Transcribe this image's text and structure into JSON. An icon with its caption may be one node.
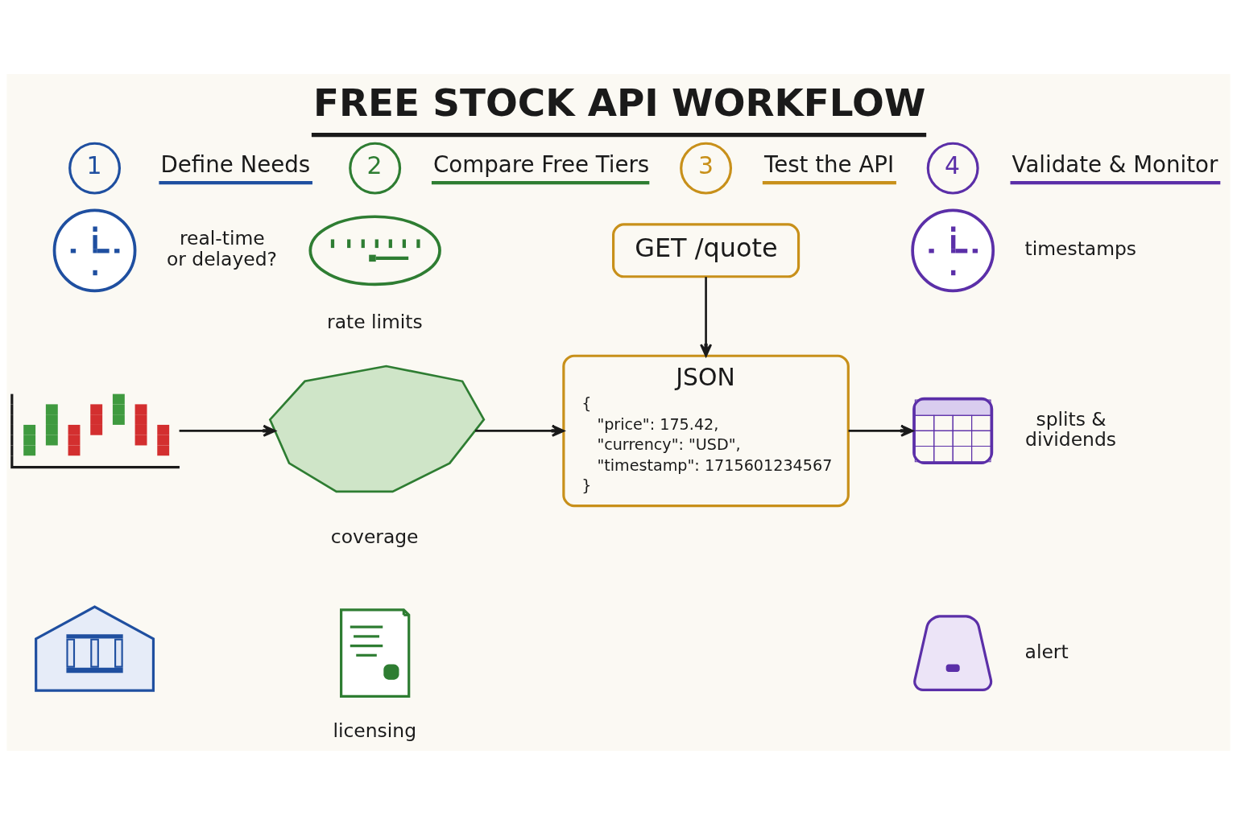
{
  "diagram": {
    "title": "FREE STOCK API WORKFLOW",
    "nodes": [
      {
        "text": [
          "1"
        ],
        "beside": [
          "Define Needs"
        ]
      },
      {
        "text": [],
        "shape": "picture",
        "beside": [
          "real-time or delayed?"
        ]
      },
      {
        "text": [],
        "shape": "picture"
      },
      {
        "text": [],
        "shape": "picture"
      },
      {
        "text": [
          "2"
        ],
        "beside": [
          "Compare Free Tiers"
        ]
      },
      {
        "text": [],
        "shape": "picture",
        "beside": [
          "rate limits"
        ]
      },
      {
        "text": [],
        "shape": "picture",
        "beside": [
          "coverage"
        ]
      },
      {
        "text": [],
        "shape": "picture",
        "beside": [
          "licensing"
        ]
      },
      {
        "text": [
          "3"
        ],
        "beside": [
          "Test the API"
        ]
      },
      {
        "text": [
          "GET /quote"
        ]
      },
      {
        "text": [
          "JSON",
          "{",
          "\"price\": 175.42,",
          "\"currency\": \"USD\",",
          "\"timestamp\": 1715601234567",
          "}"
        ]
      },
      {
        "text": [
          "4"
        ],
        "beside": [
          "Validate & Monitor"
        ]
      },
      {
        "text": [],
        "shape": "picture",
        "beside": [
          "timestamps"
        ]
      },
      {
        "text": [],
        "shape": "picture",
        "beside": [
          "splits & dividends"
        ]
      },
      {
        "text": [],
        "shape": "picture",
        "beside": [
          "alert"
        ]
      }
    ],
    "edges": [
      {
        "from": 2,
        "to": 6,
        "arrow": "to"
      },
      {
        "from": 6,
        "to": 10,
        "arrow": "to"
      },
      {
        "from": 9,
        "to": 10,
        "arrow": "to"
      },
      {
        "from": 10,
        "to": 13,
        "arrow": "to"
      }
    ]
  }
}
